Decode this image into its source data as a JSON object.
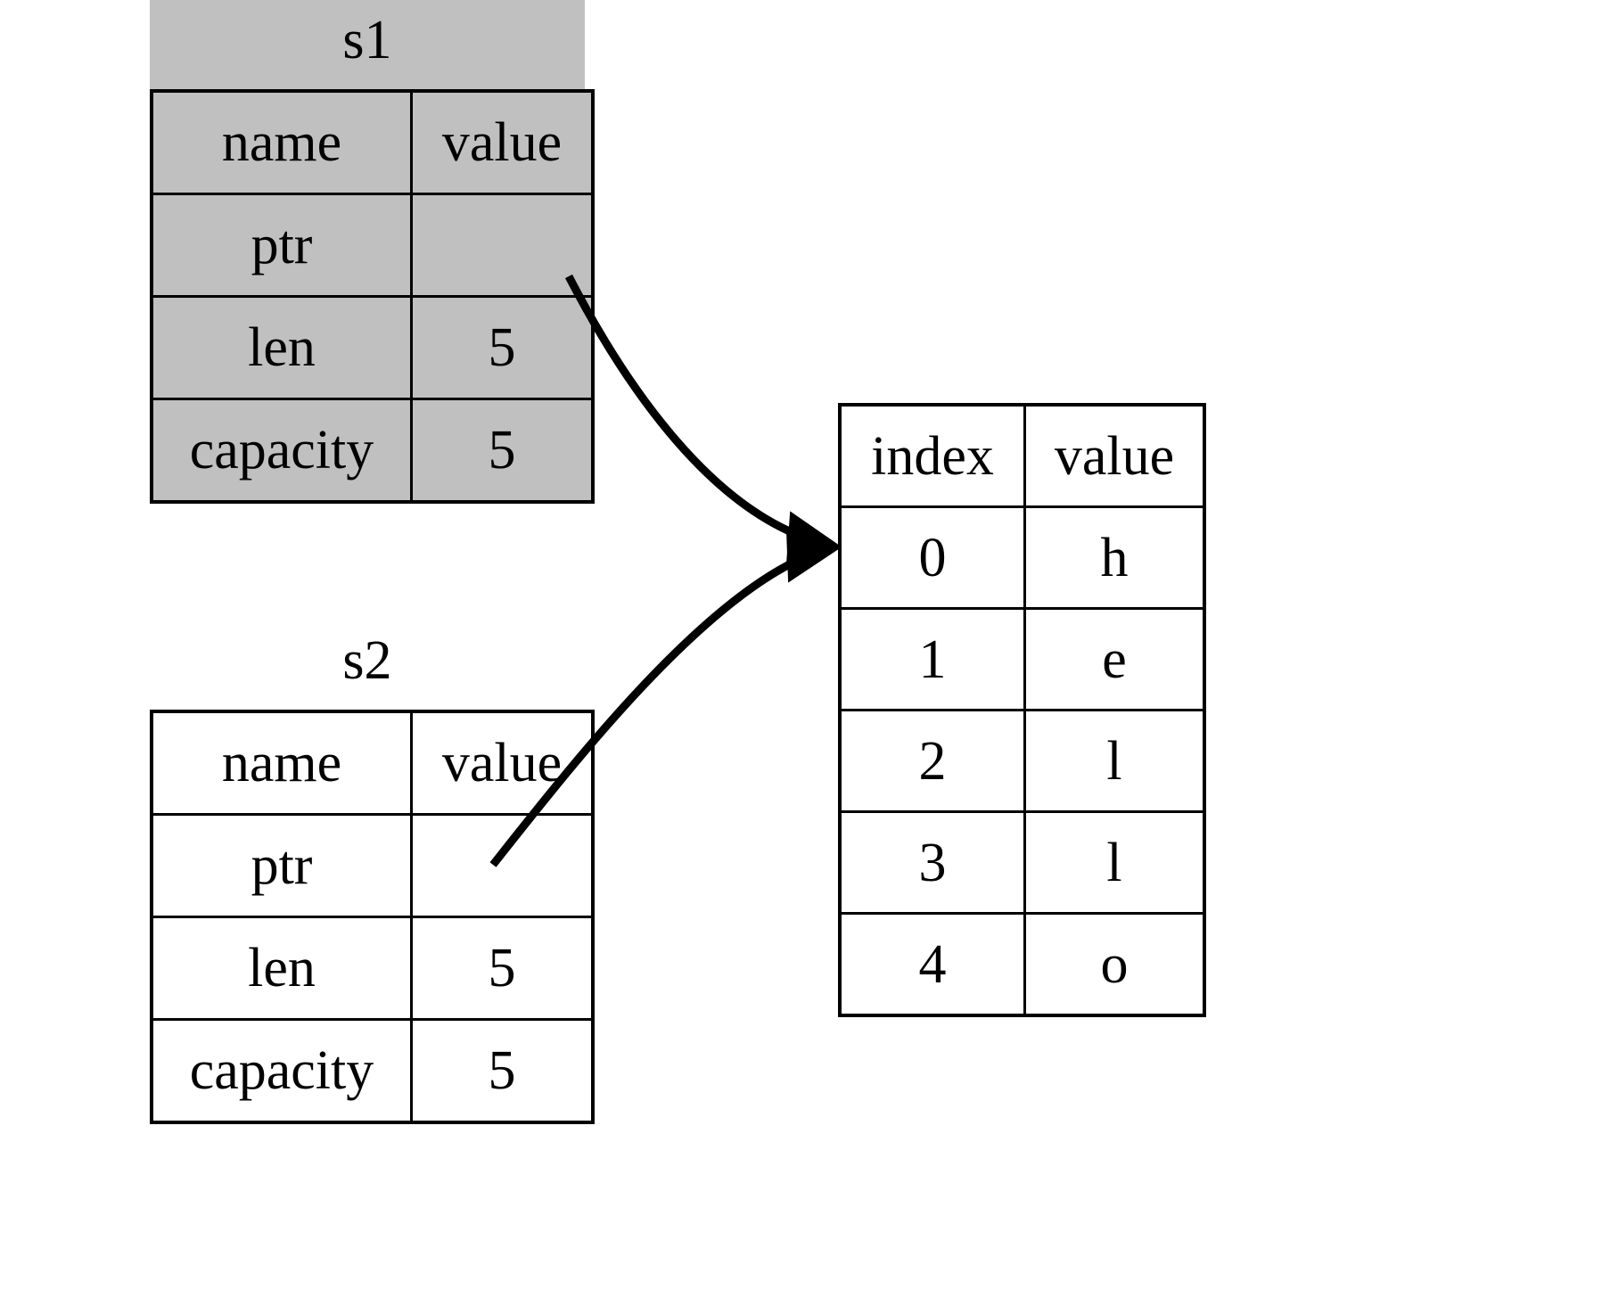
{
  "diagram": {
    "kind": "memory-layout-diagram",
    "background": "#ffffff",
    "shaded_fill": "#c0c0c0",
    "stroke": "#000000"
  },
  "structs": [
    {
      "id": "s1",
      "title": "s1",
      "shaded": true,
      "headers": {
        "name": "name",
        "value": "value"
      },
      "rows": [
        {
          "name": "ptr",
          "value": ""
        },
        {
          "name": "len",
          "value": "5"
        },
        {
          "name": "capacity",
          "value": "5"
        }
      ]
    },
    {
      "id": "s2",
      "title": "s2",
      "shaded": false,
      "headers": {
        "name": "name",
        "value": "value"
      },
      "rows": [
        {
          "name": "ptr",
          "value": ""
        },
        {
          "name": "len",
          "value": "5"
        },
        {
          "name": "capacity",
          "value": "5"
        }
      ]
    }
  ],
  "array": {
    "headers": {
      "index": "index",
      "value": "value"
    },
    "rows": [
      {
        "index": "0",
        "value": "h"
      },
      {
        "index": "1",
        "value": "e"
      },
      {
        "index": "2",
        "value": "l"
      },
      {
        "index": "3",
        "value": "l"
      },
      {
        "index": "4",
        "value": "o"
      }
    ]
  },
  "edges": [
    {
      "id": "s1-ptr-to-array",
      "from": "s1.ptr",
      "to": "array.row0",
      "arrowhead": true
    },
    {
      "id": "s2-ptr-to-array",
      "from": "s2.ptr",
      "to": "array.row0",
      "arrowhead": true
    }
  ]
}
